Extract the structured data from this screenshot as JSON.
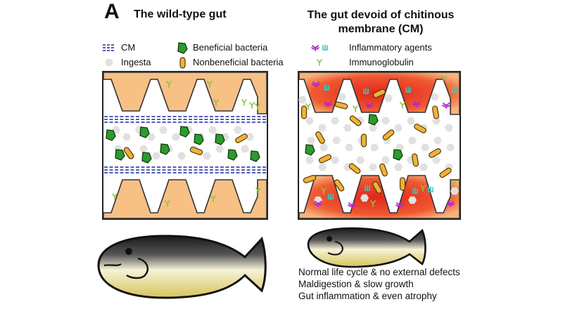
{
  "panel_label": "A",
  "titles": {
    "left": "The wild-type gut",
    "right": "The gut devoid of chitinous membrane (CM)"
  },
  "legend": {
    "cm": "CM",
    "ingesta": "Ingesta",
    "beneficial": "Beneficial bacteria",
    "nonbeneficial": "Nonbeneficial bacteria",
    "inflammatory": "Inflammatory agents",
    "immunoglobulin": "Immunoglobulin"
  },
  "outcomes": [
    "Normal life cycle & no external defects",
    "Maldigestion & slow growth",
    "Gut inflammation & even atrophy"
  ],
  "colors": {
    "tissue": "#f7c084",
    "inflamed": "#e52a1e",
    "cm_line": "#1b2a9e",
    "beneficial": "#2e9a2e",
    "nonbeneficial": "#efb23a",
    "ingesta": "#e0e0e0",
    "inflammatory_a": "#b526c9",
    "inflammatory_b": "#2fcfbf",
    "immunoglobulin": "#8fc53a"
  }
}
